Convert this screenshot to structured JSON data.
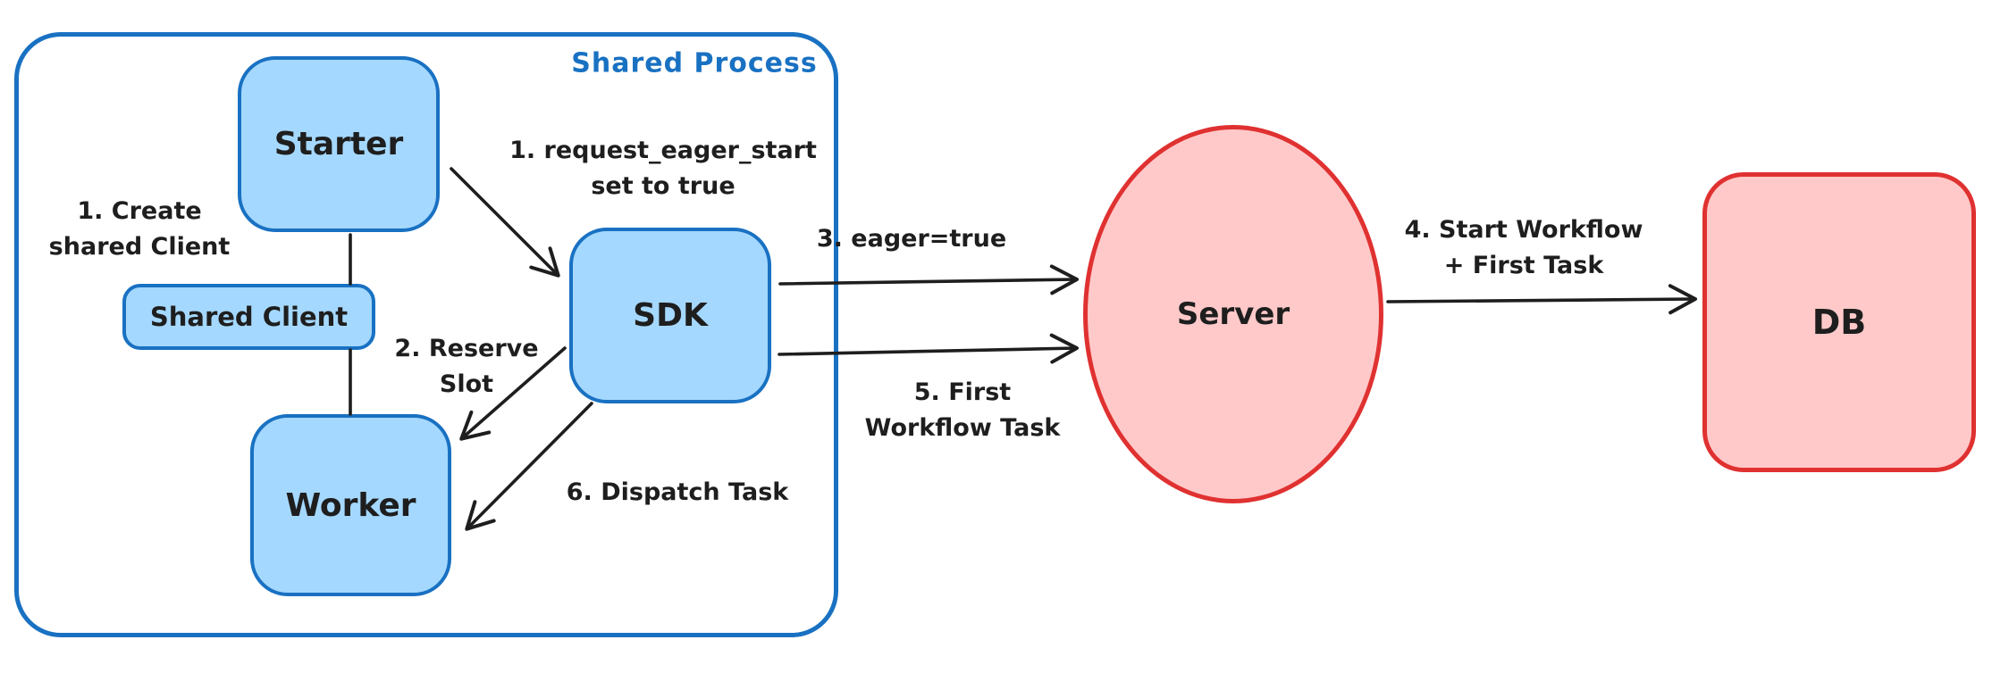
{
  "diagram": {
    "container_label": "Shared Process",
    "colors": {
      "blue_stroke": "#1971c2",
      "blue_fill": "#a5d8ff",
      "red_stroke": "#e03131",
      "red_fill": "#ffc9c9",
      "text": "#1e1e1e"
    },
    "nodes": {
      "starter": {
        "label": "Starter"
      },
      "shared_client": {
        "label": "Shared Client"
      },
      "worker": {
        "label": "Worker"
      },
      "sdk": {
        "label": "SDK"
      },
      "server": {
        "label": "Server"
      },
      "db": {
        "label": "DB"
      }
    },
    "annotations": {
      "create_shared_client": {
        "lines": [
          "1. Create",
          "shared Client"
        ]
      },
      "request_eager_start": {
        "lines": [
          "1. request_eager_start",
          "set to true"
        ]
      },
      "reserve_slot": {
        "lines": [
          "2. Reserve",
          "Slot"
        ]
      },
      "eager_true": {
        "text": "3. eager=true"
      },
      "start_workflow": {
        "lines": [
          "4. Start Workflow",
          "+ First Task"
        ]
      },
      "first_workflow_task": {
        "lines": [
          "5. First",
          "Workflow Task"
        ]
      },
      "dispatch_task": {
        "text": "6. Dispatch Task"
      }
    }
  }
}
